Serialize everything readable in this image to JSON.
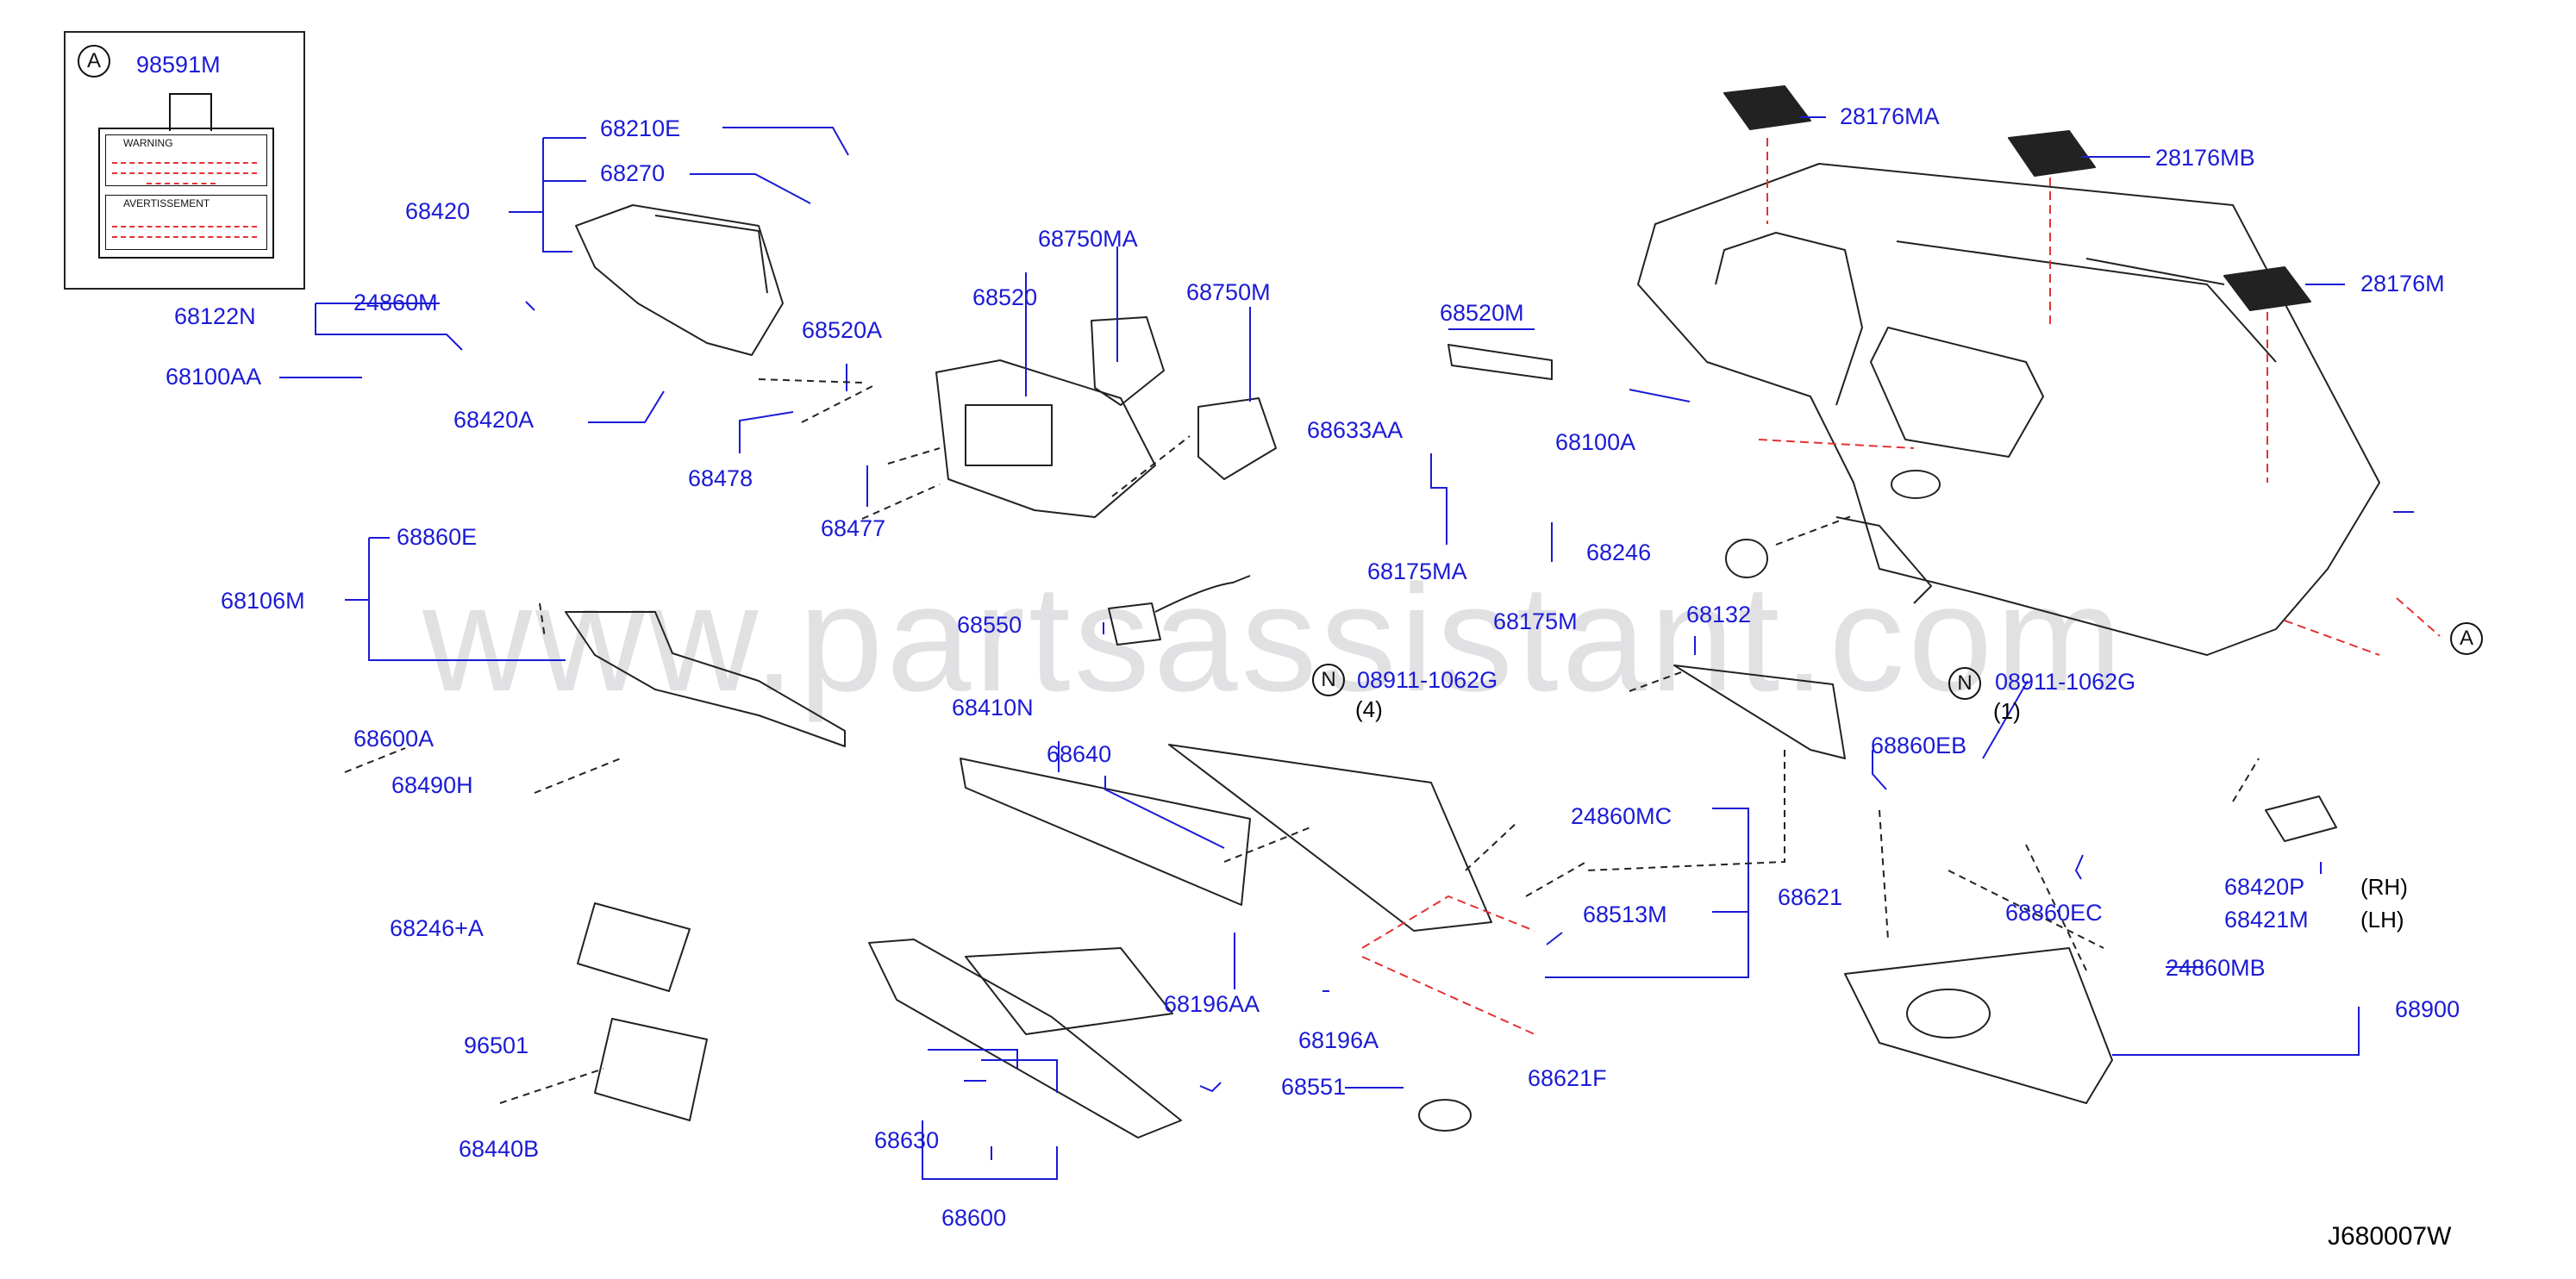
{
  "diagram_code": "J680007W",
  "watermark": "www.partsassistant.com",
  "inset": {
    "marker": "A",
    "part": "98591M",
    "warning": "WARNING",
    "avertissement": "AVERTISSEMENT"
  },
  "callouts": {
    "c_68210E": "68210E",
    "c_68270": "68270",
    "c_68420": "68420",
    "c_68122N": "68122N",
    "c_24860M": "24860M",
    "c_68100AA": "68100AA",
    "c_68420A": "68420A",
    "c_68750MA": "68750MA",
    "c_68520": "68520",
    "c_68520A": "68520A",
    "c_68750M": "68750M",
    "c_68478": "68478",
    "c_68477": "68477",
    "c_68520M": "68520M",
    "c_68633AA": "68633AA",
    "c_68100A": "68100A",
    "c_68175MA": "68175MA",
    "c_68246": "68246",
    "c_68175M": "68175M",
    "c_28176MA": "28176MA",
    "c_28176MB": "28176MB",
    "c_28176M": "28176M",
    "c_68860E": "68860E",
    "c_68106M": "68106M",
    "c_68550": "68550",
    "c_68132": "68132",
    "c_08911_1": "08911-1062G",
    "c_08911_2": "08911-1062G",
    "c_68600A": "68600A",
    "c_68410N": "68410N",
    "c_68640": "68640",
    "c_68490H": "68490H",
    "c_68860EB": "68860EB",
    "c_24860MC": "24860MC",
    "c_68621": "68621",
    "c_68513M": "68513M",
    "c_68860EC": "68860EC",
    "c_68420P": "68420P",
    "c_68421M": "68421M",
    "c_68246A": "68246+A",
    "c_68196AA": "68196AA",
    "c_24860MB": "24860MB",
    "c_68900": "68900",
    "c_96501": "96501",
    "c_68196A": "68196A",
    "c_68621F": "68621F",
    "c_68551": "68551",
    "c_68440B": "68440B",
    "c_68630": "68630",
    "c_68600": "68600"
  },
  "notes": {
    "n_qty4": "(4)",
    "n_qty1": "(1)",
    "n_rh": "(RH)",
    "n_lh": "(LH)",
    "n_N1": "N",
    "n_N2": "N",
    "n_A_ref": "A"
  }
}
